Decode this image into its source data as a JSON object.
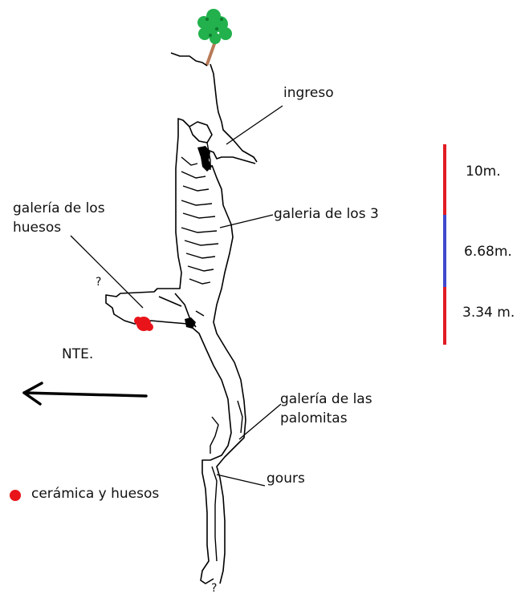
{
  "labels": {
    "ingreso": "ingreso",
    "galeria_3": "galeria de los 3",
    "galeria_huesos_1": "galería de los",
    "galeria_huesos_2": "huesos",
    "palomitas_1": "galería de las",
    "palomitas_2": "palomitas",
    "gours": "gours",
    "north": "NTE.",
    "unknown_1": "?",
    "unknown_2": "?"
  },
  "legend": {
    "marker_label": "cerámica y huesos"
  },
  "scale": {
    "top": "10m.",
    "middle": "6.68m.",
    "bottom": "3.34  m."
  },
  "colors": {
    "find_marker": "#e8141a",
    "scale_red": "#e21b23",
    "scale_blue": "#3f48cc",
    "tree_foliage": "#22b14c",
    "tree_trunk": "#b97a57",
    "ink": "#000000"
  },
  "icons": {
    "tree": "tree-icon",
    "north_arrow": "arrow-left-icon",
    "finds": "red-dot-icon"
  }
}
